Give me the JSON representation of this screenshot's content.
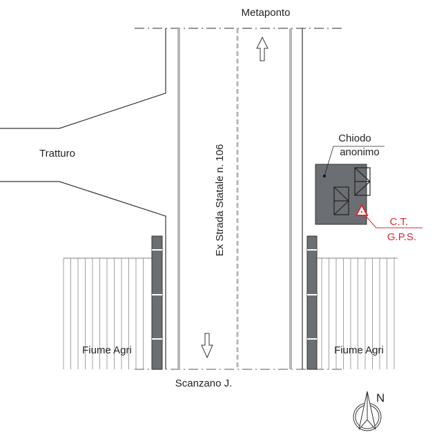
{
  "labels": {
    "north_destination": "Metaponto",
    "south_destination": "Scanzano J.",
    "side_road": "Tratturo",
    "main_road": "Ex Strada Statale n. 106",
    "river_left": "Fiume Agri",
    "river_right": "Fiume Agri",
    "nail_line1": "Chiodo",
    "nail_line2": "anonimo",
    "gps_line1": "C.T.",
    "gps_line2": "G.P.S.",
    "north": "N"
  },
  "colors": {
    "line": "#333333",
    "lane_marking": "#b5b7ba",
    "rail": "#6b6e72",
    "box": "#6b6e72",
    "gps": "#e0262b"
  }
}
